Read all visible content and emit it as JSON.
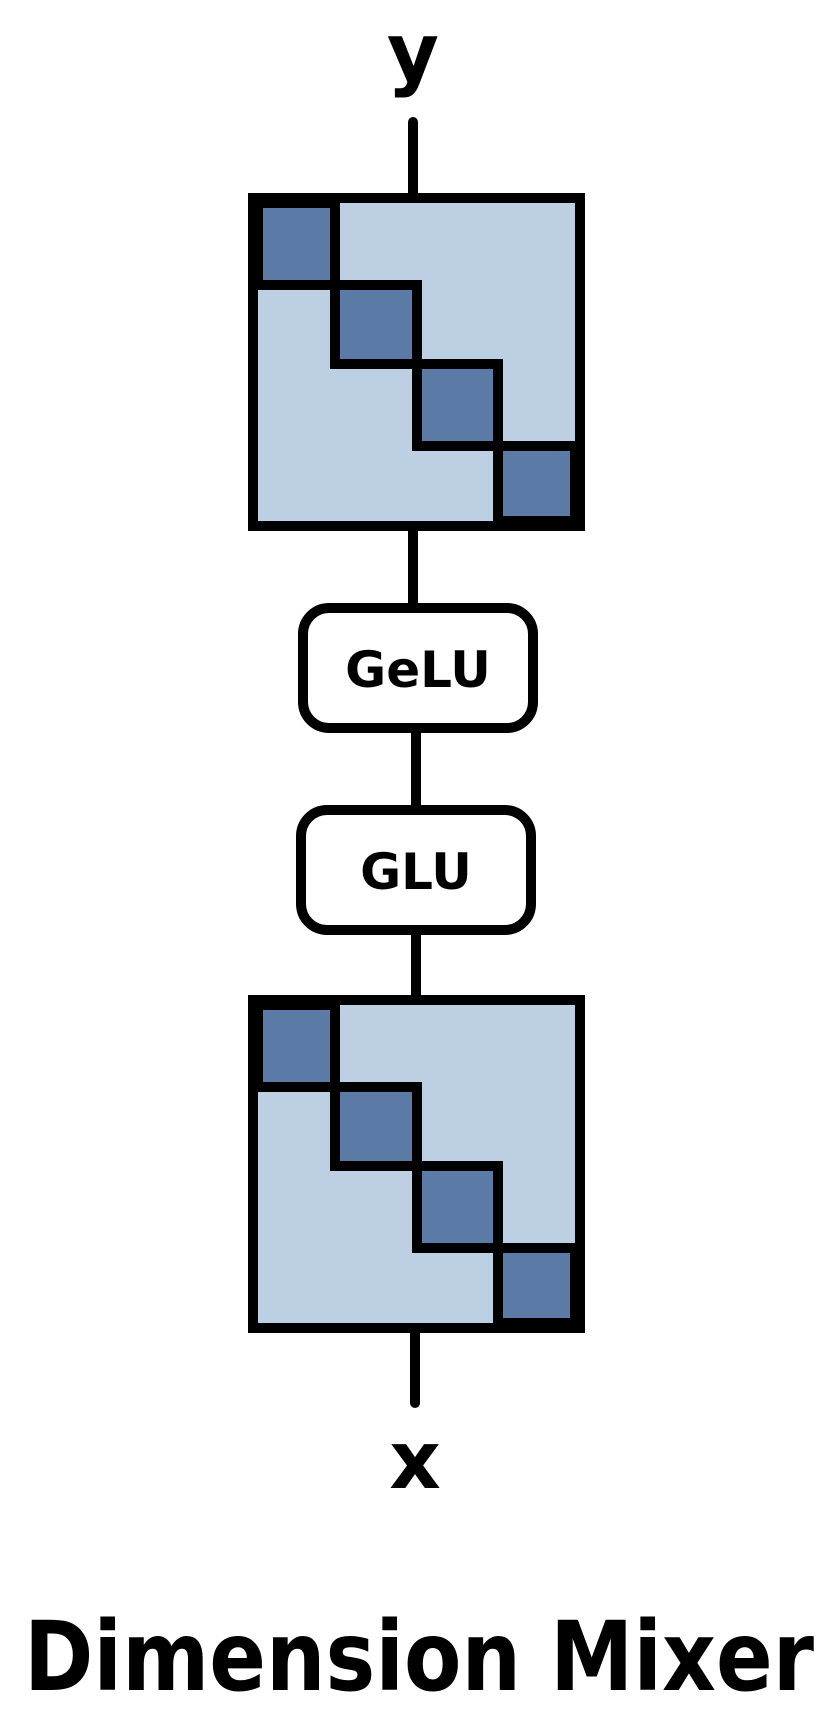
{
  "labels": {
    "output": "y",
    "input": "x",
    "activation_top": "GeLU",
    "activation_bottom": "GLU",
    "caption": "Dimension Mixer"
  },
  "matrices": [
    {
      "name": "top-matrix",
      "blocks": 4
    },
    {
      "name": "bottom-matrix",
      "blocks": 4
    }
  ],
  "colors": {
    "matrix_fill": "#bccfe3",
    "diagonal_block": "#5b7aa6",
    "stroke": "#000000",
    "box_fill": "#ffffff"
  }
}
